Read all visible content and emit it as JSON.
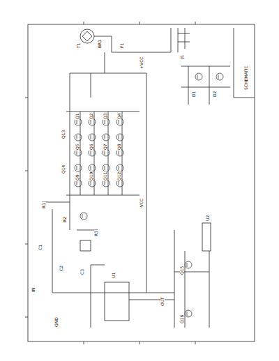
{
  "diagram": {
    "labels": [
      "BR1",
      "J1",
      "F1",
      "T1",
      "Q1",
      "Q2",
      "Q3",
      "Q4",
      "Q5",
      "Q6",
      "Q7",
      "Q8",
      "Q9",
      "Q10",
      "Q11",
      "Q12",
      "Q13",
      "Q14",
      "R1",
      "R2",
      "R3",
      "C1",
      "C2",
      "C3",
      "U1",
      "U2",
      "Q15",
      "Q16",
      "D1",
      "D2",
      "GND",
      "+VCC",
      "-VCC",
      "OUT",
      "IN",
      "SCHEMATIC"
    ]
  }
}
